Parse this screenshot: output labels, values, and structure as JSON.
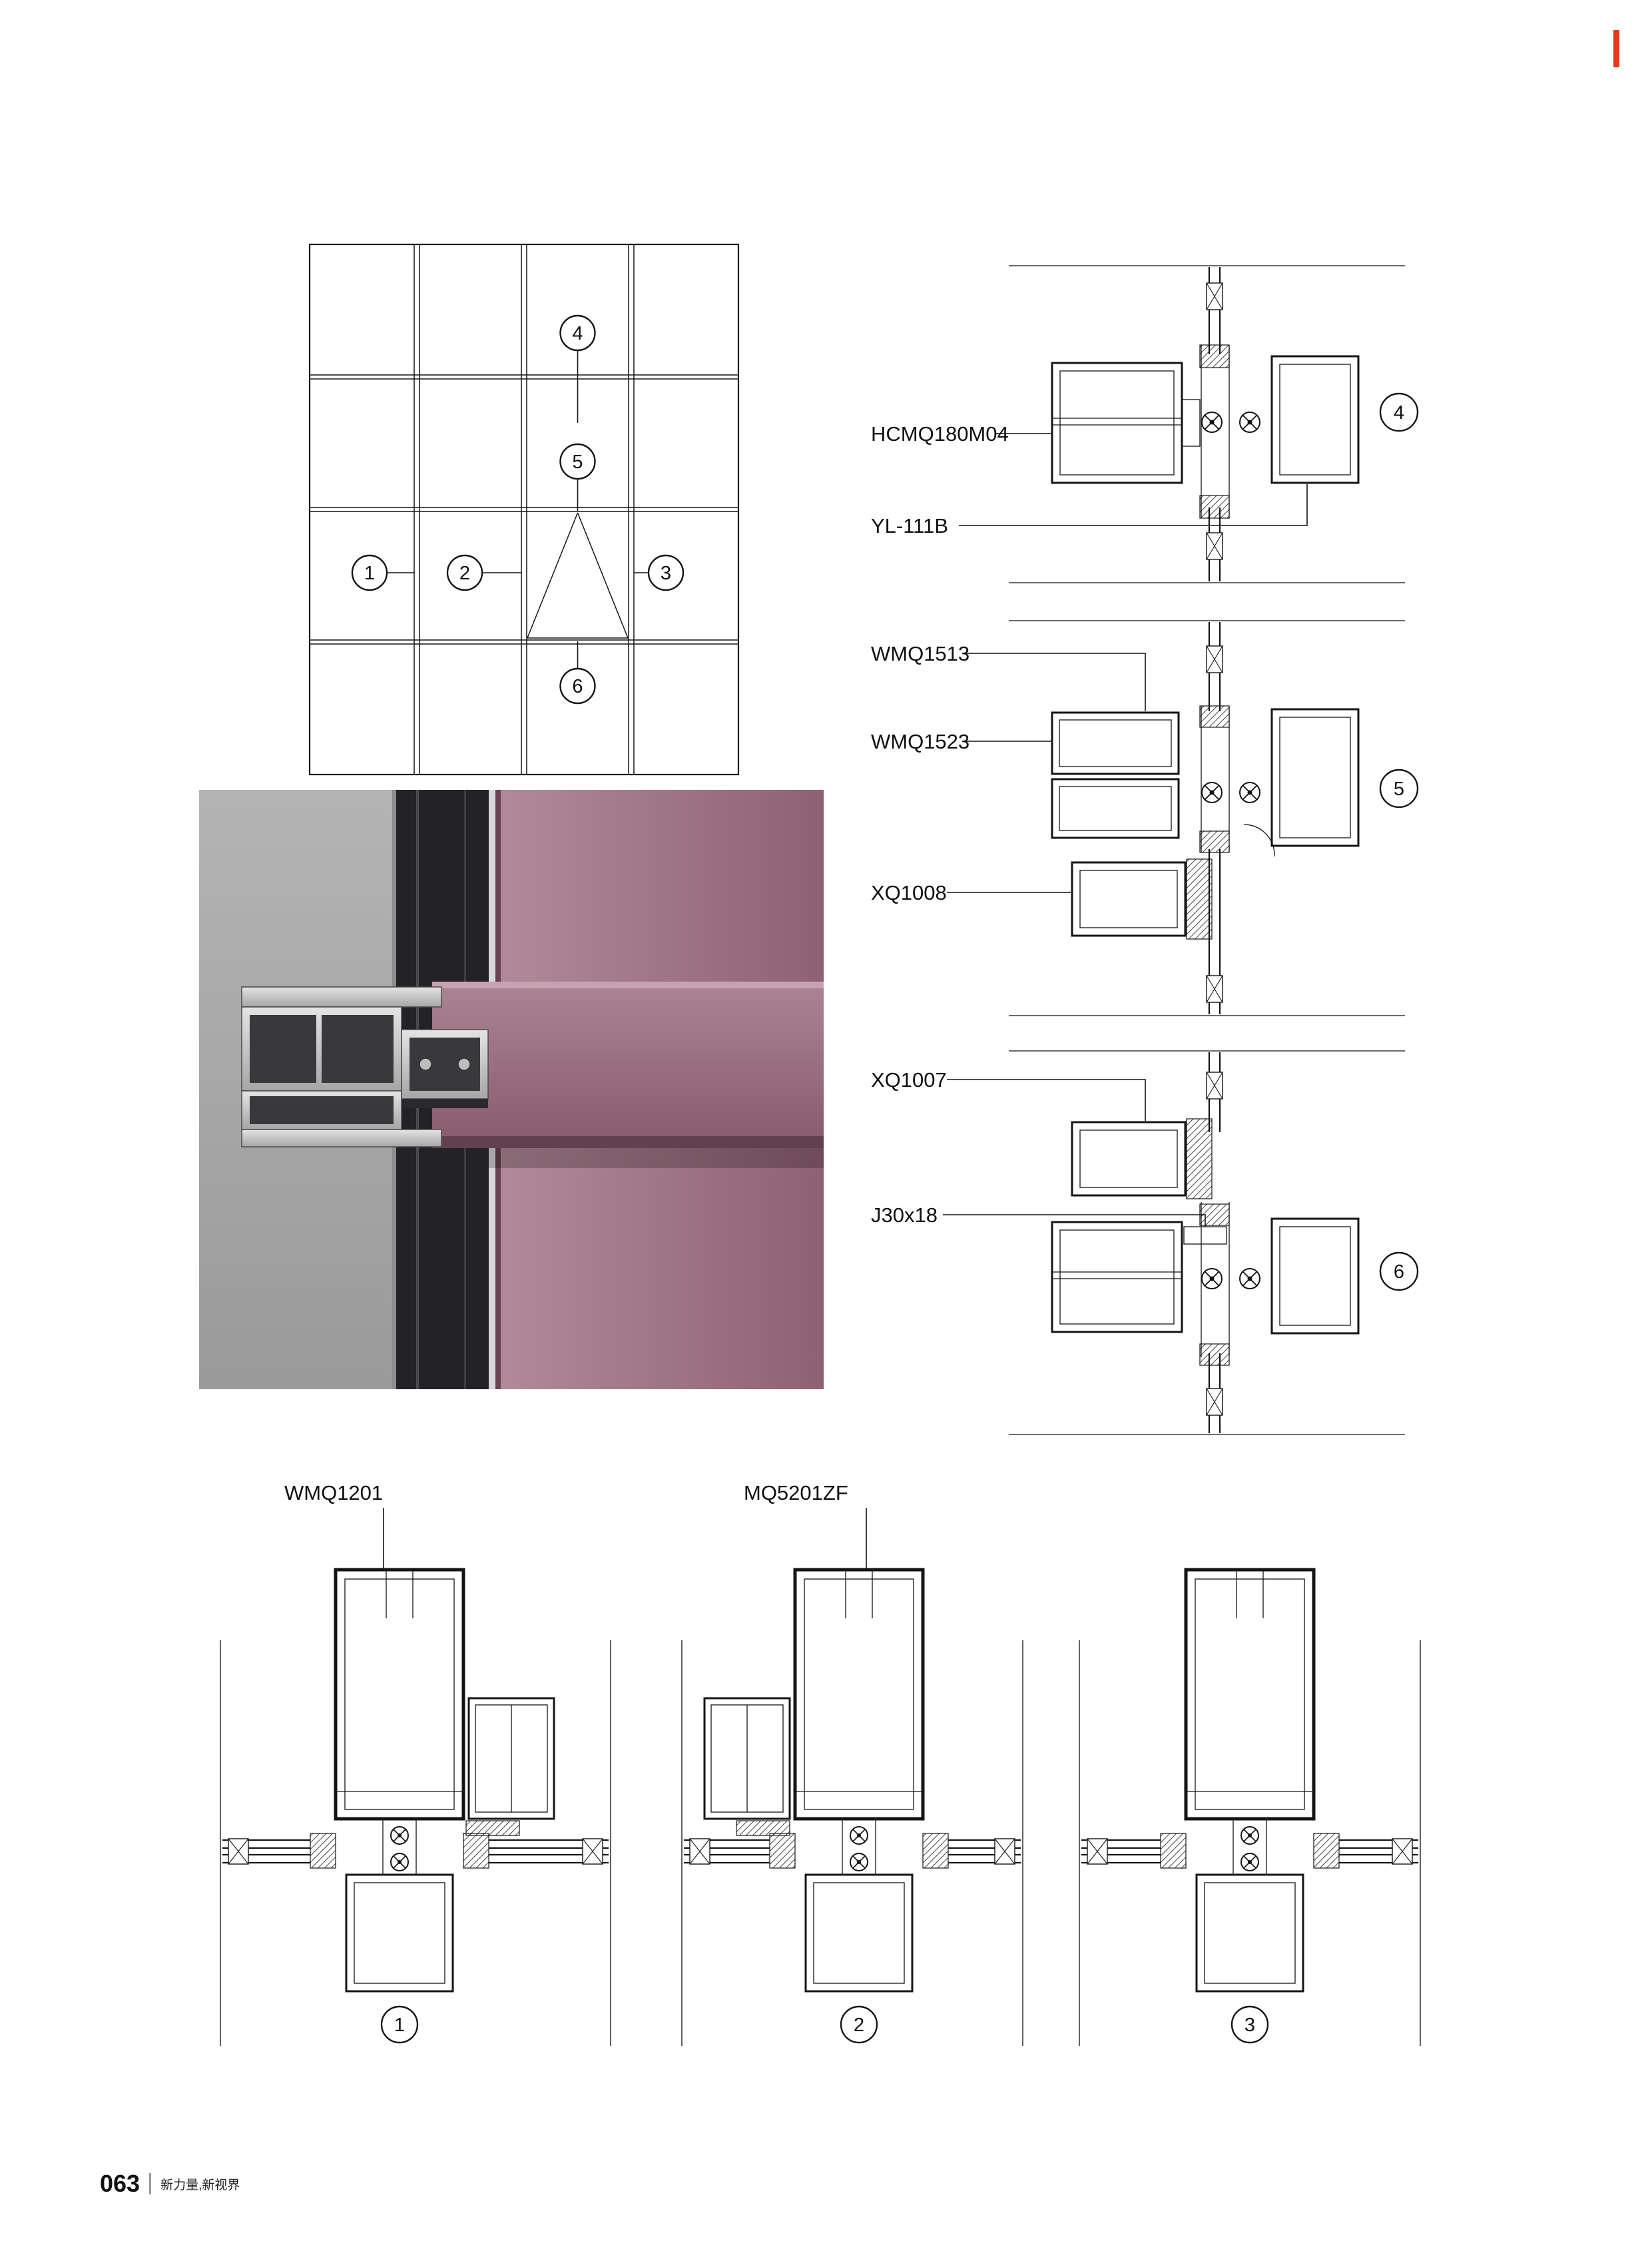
{
  "footer": {
    "page_number": "063",
    "tagline": "新力量,新视界"
  },
  "callouts": {
    "n1": "1",
    "n2": "2",
    "n3": "3",
    "n4": "4",
    "n5": "5",
    "n6": "6"
  },
  "part_labels": {
    "hcmq180m04": "HCMQ180M04",
    "yl_111b": "YL-111B",
    "wmq1513": "WMQ1513",
    "wmq1523": "WMQ1523",
    "xq1008": "XQ1008",
    "xq1007": "XQ1007",
    "j30x18": "J30x18",
    "wmq1201": "WMQ1201",
    "mq5201zf": "MQ5201ZF"
  },
  "colors": {
    "line": "#141414",
    "accent_red": "#e8391c",
    "render_background": "#a9a9a9",
    "panel_mauve": "#a87f8e",
    "glass_dark": "#232227",
    "metal": "#cfcfcf"
  }
}
